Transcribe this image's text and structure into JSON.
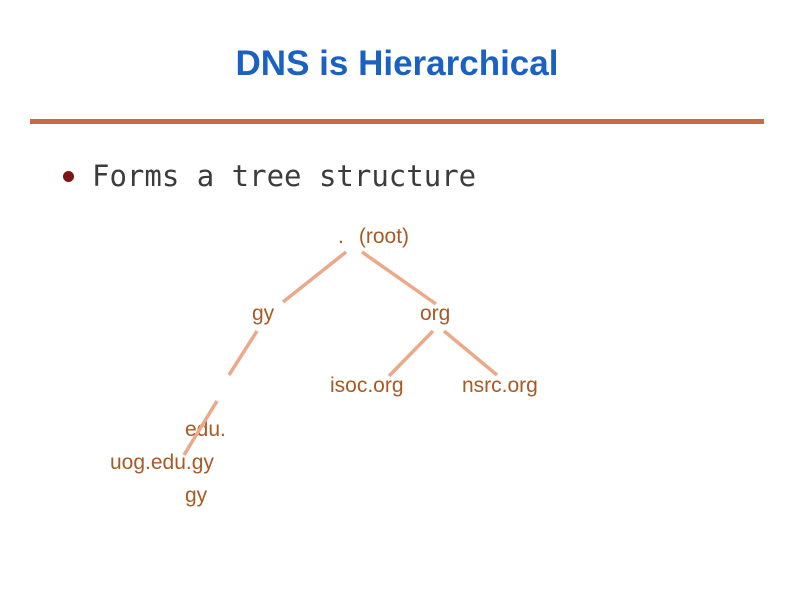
{
  "slide": {
    "title": "DNS is Hierarchical",
    "bullet": "Forms a tree structure"
  },
  "tree": {
    "root_dot": ".",
    "root_label": "(root)",
    "nodes": {
      "gy": "gy",
      "org": "org",
      "edu_gy_line1": "edu.",
      "edu_gy_line2": "gy",
      "isoc": "isoc.org",
      "nsrc": "nsrc.org",
      "uog": "uog.edu.gy"
    },
    "edges": [
      "root-gy",
      "root-org",
      "gy-edu.gy",
      "org-isoc.org",
      "org-nsrc.org",
      "edu.gy-uog.edu.gy"
    ]
  },
  "colors": {
    "title_blue": "#1b61c2",
    "divider_terracotta": "#c9694b",
    "bullet_dot_maroon": "#7b1416",
    "bullet_text_gray": "#3c3c3c",
    "node_brown": "#a85a24",
    "edge_salmon": "#eca98a",
    "background": "#ffffff"
  }
}
